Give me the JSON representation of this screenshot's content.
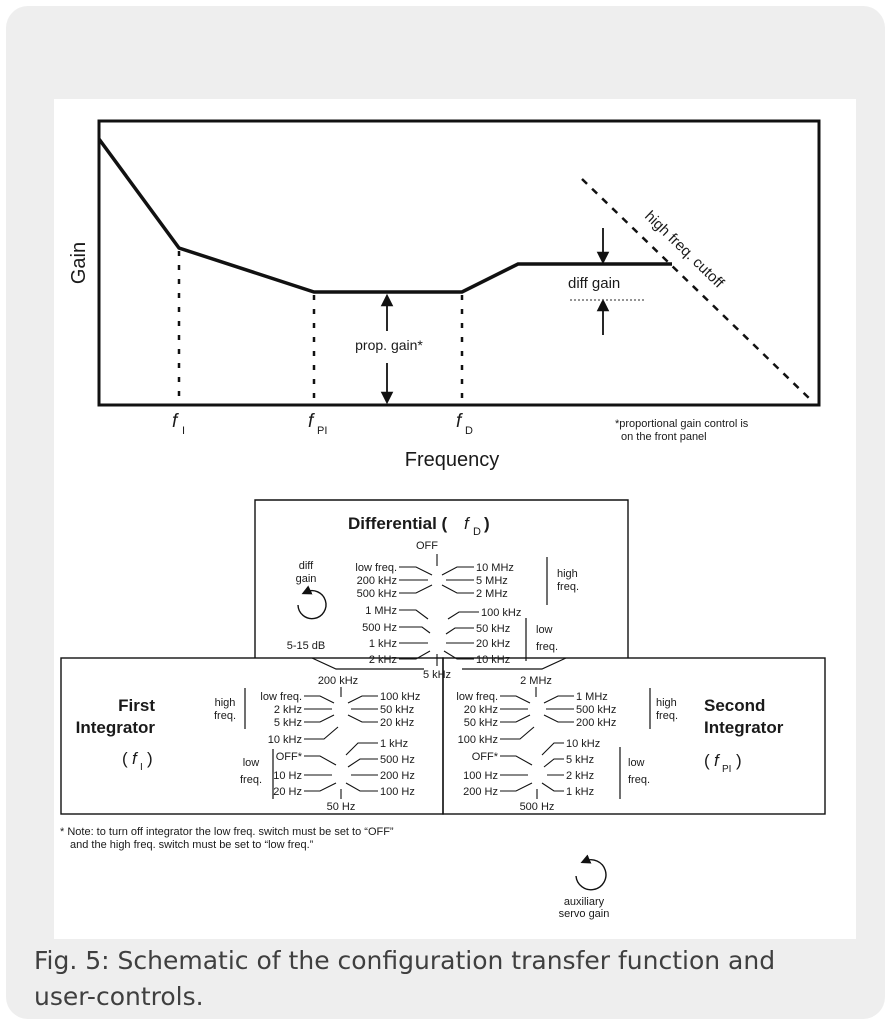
{
  "plot": {
    "y_axis": "Gain",
    "x_axis": "Frequency",
    "f_i": "f",
    "f_i_sub": "I",
    "f_pi": "f",
    "f_pi_sub": "PI",
    "f_d": "f",
    "f_d_sub": "D",
    "prop_gain": "prop. gain*",
    "diff_gain": "diff gain",
    "cutoff": "high freq. cutoff",
    "note_1": "*proportional gain control is",
    "note_2": "on the front panel"
  },
  "differential": {
    "title": "Differential (",
    "title_f": "f",
    "title_sub": "D",
    "title_close": ")",
    "top_left": [
      "OFF",
      "low freq.",
      "200 kHz",
      "500 kHz"
    ],
    "top_right": [
      "10 MHz",
      "5 MHz",
      "2 MHz"
    ],
    "top_group": "high",
    "top_group_2": "freq.",
    "bottom_left": [
      "1 MHz",
      "500 Hz",
      "1 kHz",
      "2 kHz"
    ],
    "bottom_right": [
      "100 kHz",
      "50 kHz",
      "20 kHz",
      "10 kHz"
    ],
    "bottom_bottom": "5 kHz",
    "bottom_group": "low",
    "bottom_group_2": "freq.",
    "knob_1": "diff",
    "knob_2": "gain",
    "knob_range": "5-15 dB"
  },
  "first_integrator": {
    "title_1": "First",
    "title_2": "Integrator",
    "sym_open": "(",
    "sym_f": "f",
    "sym_sub": "I",
    "sym_close": ")",
    "top_top": "200 kHz",
    "top_left": [
      "low freq.",
      "2 kHz",
      "5 kHz",
      "10 kHz"
    ],
    "top_right": [
      "100 kHz",
      "50 kHz",
      "20 kHz"
    ],
    "top_group": "high",
    "top_group_2": "freq.",
    "bottom_left": [
      "OFF*",
      "10 Hz",
      "20 Hz"
    ],
    "bottom_right": [
      "1 kHz",
      "500 Hz",
      "200 Hz",
      "100 Hz"
    ],
    "bottom_bottom": "50 Hz",
    "bottom_group": "low",
    "bottom_group_2": "freq."
  },
  "second_integrator": {
    "title_1": "Second",
    "title_2": "Integrator",
    "sym_open": "(",
    "sym_f": "f",
    "sym_sub": "PI",
    "sym_close": ")",
    "top_top": "2 MHz",
    "top_left": [
      "low freq.",
      "20 kHz",
      "50 kHz",
      "100 kHz"
    ],
    "top_right": [
      "1 MHz",
      "500 kHz",
      "200 kHz"
    ],
    "top_group": "high",
    "top_group_2": "freq.",
    "bottom_left": [
      "OFF*",
      "100 Hz",
      "200 Hz"
    ],
    "bottom_right": [
      "10 kHz",
      "5 kHz",
      "2 kHz",
      "1 kHz"
    ],
    "bottom_bottom": "500 Hz",
    "bottom_group": "low",
    "bottom_group_2": "freq."
  },
  "footnote": {
    "line_1": "* Note: to turn off integrator the low freq. switch must be set to “OFF”",
    "line_2": "and the high freq. switch must be set to “low freq.”"
  },
  "aux": {
    "line_1": "auxiliary",
    "line_2": "servo gain"
  },
  "caption": "Fig. 5: Schematic of the configuration transfer function and user-controls."
}
